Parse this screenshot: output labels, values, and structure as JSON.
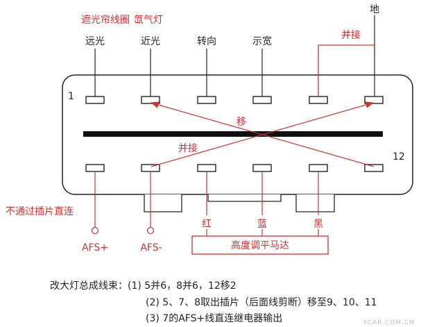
{
  "labels": {
    "top_annot_1": "遮光帘线圈",
    "top_annot_2": "氙气灯",
    "top_label_1": "远光",
    "top_label_2": "近光",
    "top_label_3": "转向",
    "top_label_4": "示宽",
    "ground": "地",
    "parallel_top": "并接",
    "pin_1": "1",
    "pin_12": "12",
    "move": "移",
    "parallel_mid": "并接",
    "left_annot": "不通过插片直连",
    "afs_plus": "AFS+",
    "afs_minus": "AFS-",
    "wire_red": "红",
    "wire_blue": "蓝",
    "wire_black": "黑",
    "motor_box": "高度调平马达"
  },
  "notes": {
    "line_1": "改大灯总成线束：(1) 5并6，8并6，12移2",
    "line_2": "(2) 5、7、8取出插片（后面线剪断）移至9、10、11",
    "line_3": "(3) 7的AFS+线直连继电器输出"
  },
  "watermark": "XCAR.COM.CN",
  "colors": {
    "red": "#d03030",
    "black": "#222222"
  }
}
